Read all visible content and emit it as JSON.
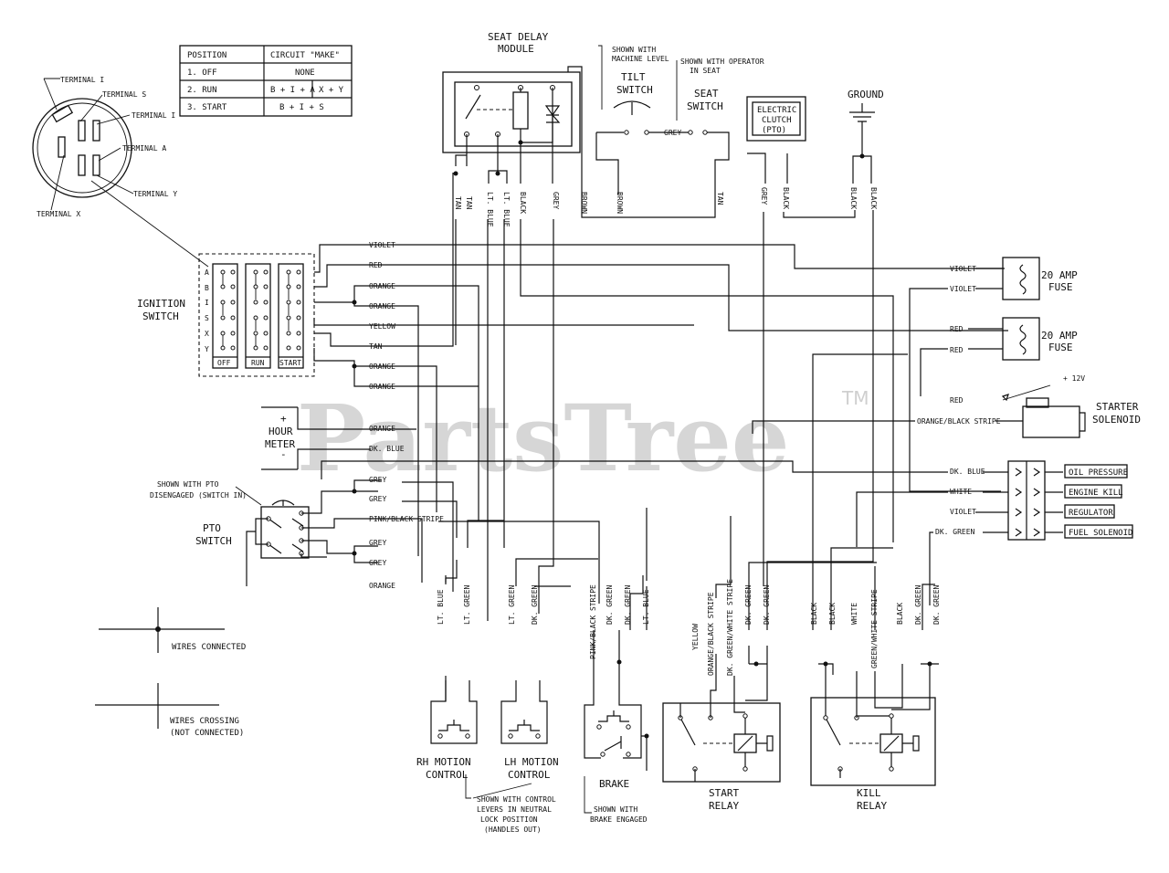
{
  "watermark": {
    "brand": "PartsTree",
    "tm": "TM"
  },
  "table": {
    "header": [
      "POSITION",
      "CIRCUIT \"MAKE\""
    ],
    "rows": [
      {
        "pos": "1. OFF",
        "make": "NONE"
      },
      {
        "pos": "2. RUN",
        "make_a": "B + I + A",
        "make_b": "X + Y"
      },
      {
        "pos": "3. START",
        "make": "B + I + S"
      }
    ]
  },
  "key_terminals": [
    "TERMINAL I",
    "TERMINAL S",
    "TERMINAL I",
    "TERMINAL A",
    "TERMINAL Y",
    "TERMINAL X"
  ],
  "ignition": {
    "title": "IGNITION",
    "title2": "SWITCH",
    "letters": [
      "A",
      "B",
      "I",
      "S",
      "X",
      "Y"
    ],
    "positions": [
      "OFF",
      "RUN",
      "START"
    ]
  },
  "seat_delay": {
    "line1": "SEAT DELAY",
    "line2": "MODULE"
  },
  "tilt": {
    "note1": "SHOWN WITH",
    "note2": "MACHINE LEVEL",
    "name1": "TILT",
    "name2": "SWITCH"
  },
  "seat": {
    "note1": "SHOWN WITH OPERATOR",
    "note2": "IN SEAT",
    "name1": "SEAT",
    "name2": "SWITCH"
  },
  "clutch": {
    "line1": "ELECTRIC",
    "line2": "CLUTCH",
    "line3": "(PTO)"
  },
  "ground": "GROUND",
  "hour_meter": {
    "plus": "+",
    "line1": "HOUR",
    "line2": "METER",
    "minus": "-"
  },
  "pto": {
    "note1": "SHOWN WITH PTO",
    "note2": "DISENGAGED (SWITCH IN)",
    "name1": "PTO",
    "name2": "SWITCH"
  },
  "legend": {
    "connected": "WIRES CONNECTED",
    "crossing1": "WIRES CROSSING",
    "crossing2": "(NOT CONNECTED)"
  },
  "fuses": [
    {
      "line1": "20 AMP",
      "line2": "FUSE"
    },
    {
      "line1": "20 AMP",
      "line2": "FUSE"
    }
  ],
  "starter": {
    "v": "+ 12V",
    "line1": "STARTER",
    "line2": "SOLENOID"
  },
  "connector_outputs": [
    "OIL PRESSURE",
    "ENGINE KILL",
    "REGULATOR",
    "FUEL SOLENOID"
  ],
  "rh_motion": {
    "line1": "RH MOTION",
    "line2": "CONTROL"
  },
  "lh_motion": {
    "line1": "LH MOTION",
    "line2": "CONTROL"
  },
  "motion_note": [
    "SHOWN WITH CONTROL",
    "LEVERS IN NEUTRAL",
    "LOCK POSITION",
    "(HANDLES OUT)"
  ],
  "brake": {
    "name": "BRAKE",
    "note1": "SHOWN WITH",
    "note2": "BRAKE ENGAGED"
  },
  "start_relay": {
    "line1": "START",
    "line2": "RELAY"
  },
  "kill_relay": {
    "line1": "KILL",
    "line2": "RELAY"
  },
  "wires": {
    "violet": "VIOLET",
    "red": "RED",
    "orange": "ORANGE",
    "yellow": "YELLOW",
    "tan": "TAN",
    "grey": "GREY",
    "brown": "BROWN",
    "black": "BLACK",
    "lt_blue": "LT. BLUE",
    "lt_green": "LT. GREEN",
    "dk_green": "DK. GREEN",
    "dk_blue": "DK. BLUE",
    "white": "WHITE",
    "orange_black": "ORANGE/BLACK STRIPE",
    "pink_black": "PINK/BLACK STRIPE",
    "green_white": "GREEN/WHITE STRIPE",
    "dk_green_white": "DK. GREEN/WHITE STRIPE"
  }
}
